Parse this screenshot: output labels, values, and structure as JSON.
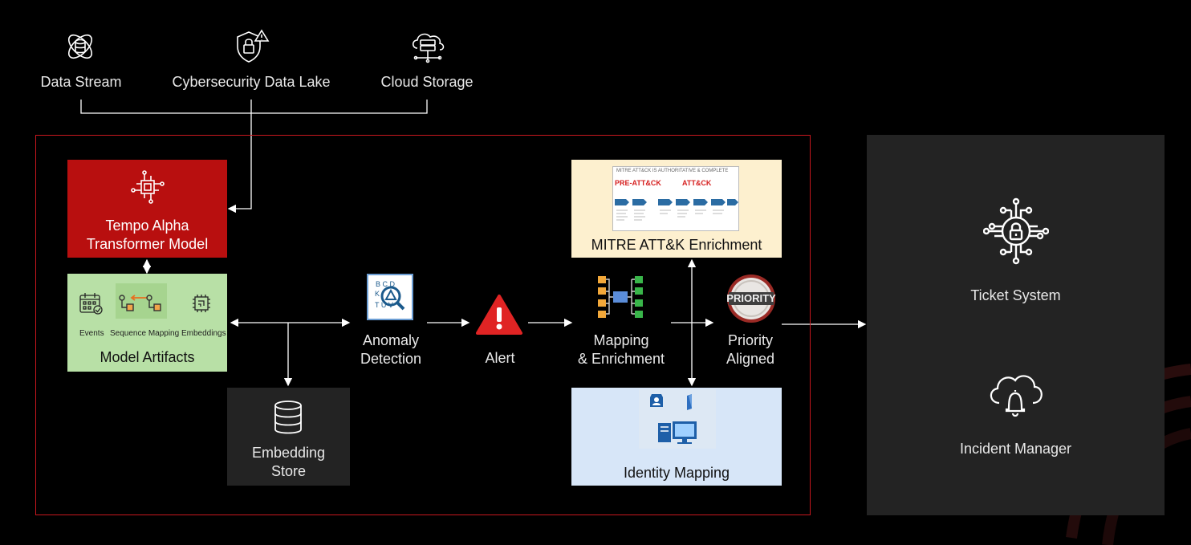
{
  "colors": {
    "background": "#000000",
    "frame_red": "#c8171e",
    "model_red": "#b80f0f",
    "artifacts_green": "#b8e0a6",
    "mitre_yellow": "#fdf0cf",
    "identity_blue": "#d7e6f8",
    "dark_panel": "#232323",
    "alert_red": "#e02424"
  },
  "sources": [
    {
      "label": "Data Stream",
      "icon": "database-network-icon"
    },
    {
      "label": "Cybersecurity Data Lake",
      "icon": "shield-lock-alert-icon"
    },
    {
      "label": "Cloud Storage",
      "icon": "cloud-server-icon"
    }
  ],
  "model": {
    "line1": "Tempo Alpha",
    "line2": "Transformer Model",
    "icon": "chip-circuit-icon"
  },
  "artifacts": {
    "title": "Model Artifacts",
    "items": [
      {
        "label": "Events",
        "icon": "calendar-check-icon"
      },
      {
        "label": "Sequence Mapping",
        "icon": "sequence-flow-icon"
      },
      {
        "label": "Embeddings",
        "icon": "embedding-chip-icon"
      }
    ]
  },
  "embedding_store": {
    "line1": "Embedding",
    "line2": "Store",
    "icon": "database-stack-icon"
  },
  "anomaly": {
    "line1": "Anomaly",
    "line2": "Detection",
    "icon": "anomaly-search-icon"
  },
  "alert": {
    "label": "Alert",
    "icon": "warning-triangle-icon"
  },
  "mapping": {
    "line1": "Mapping",
    "line2": "& Enrichment",
    "icon": "mapping-hub-icon"
  },
  "priority": {
    "line1": "Priority",
    "line2": "Aligned",
    "badge": "PRIORITY",
    "icon": "priority-badge-icon"
  },
  "mitre": {
    "title": "MITRE ATT&K Enrichment",
    "thumb_header": "MITRE ATT&CK IS AUTHORITATIVE & COMPLETE",
    "thumb_left": "PRE-ATT&CK",
    "thumb_right": "ATT&CK"
  },
  "identity": {
    "title": "Identity Mapping",
    "icon": "identity-computer-icon"
  },
  "outputs": [
    {
      "label": "Ticket System",
      "icon": "lock-circuit-icon"
    },
    {
      "label": "Incident Manager",
      "icon": "cloud-bell-icon"
    }
  ]
}
